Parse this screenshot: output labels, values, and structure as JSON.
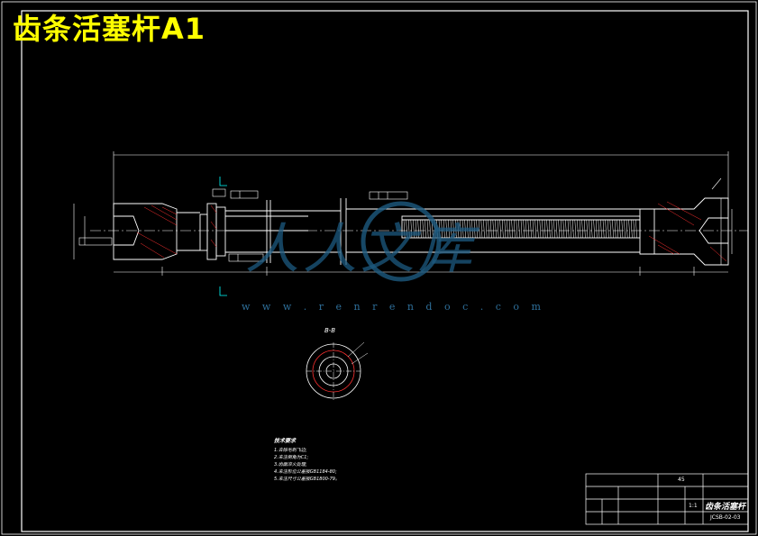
{
  "title": "齿条活塞杆A1",
  "watermark": {
    "brand_cn": "人人文库",
    "url": "w w w . r e n r e n d o c . c o m"
  },
  "section_label": "B-B",
  "tech_notes": {
    "heading": "技术要求",
    "items": [
      "1.去除毛刺飞边;",
      "2.未注倒角为C1;",
      "3.齿面淬火处理;",
      "4.未注形位公差按GB1184-80;",
      "5.未注尺寸公差按GB1800-79。"
    ]
  },
  "title_block": {
    "part_name": "齿条活塞杆",
    "drawing_no": "JCSB-02-03",
    "scale": "1:1",
    "material": "45"
  },
  "colors": {
    "drawing_lines": "#ffffff",
    "title": "#ffff00",
    "dimension_lines": "#00ffff",
    "section_markers": "#00ffff",
    "hatch": "#ff0000",
    "watermark": "#1d5a80"
  }
}
